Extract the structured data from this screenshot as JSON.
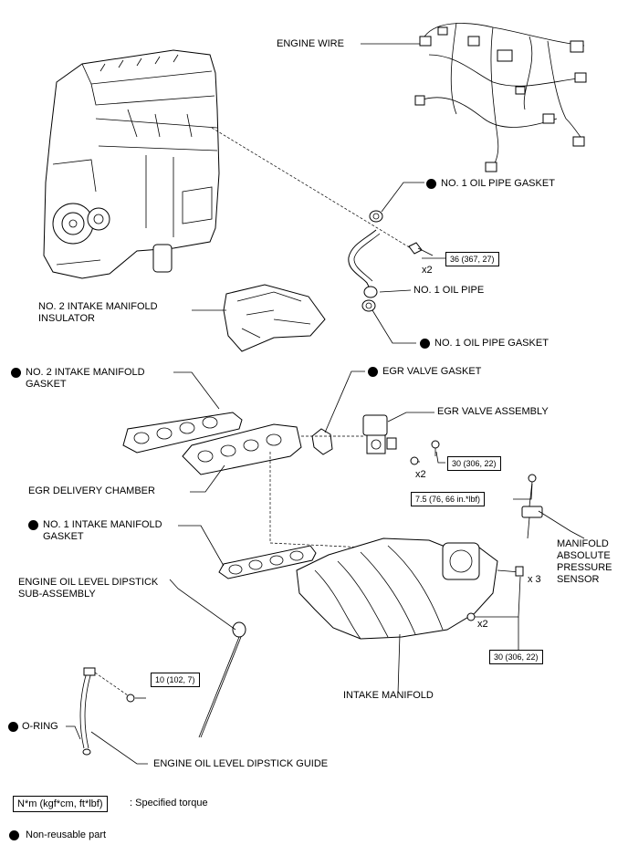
{
  "labels": {
    "engine_wire": "ENGINE WIRE",
    "oil_pipe_gasket_upper": "NO. 1 OIL PIPE GASKET",
    "oil_pipe": "NO. 1 OIL PIPE",
    "oil_pipe_gasket_lower": "NO. 1 OIL PIPE GASKET",
    "intake_insulator": "NO. 2 INTAKE MANIFOLD\nINSULATOR",
    "no2_intake_gasket": "NO. 2 INTAKE MANIFOLD\nGASKET",
    "egr_valve_gasket": "EGR VALVE GASKET",
    "egr_valve_assembly": "EGR VALVE ASSEMBLY",
    "egr_delivery_chamber": "EGR DELIVERY CHAMBER",
    "no1_intake_gasket": "NO. 1 INTAKE MANIFOLD\nGASKET",
    "manifold_pressure_sensor": "MANIFOLD\nABSOLUTE\nPRESSURE\nSENSOR",
    "dipstick": "ENGINE OIL LEVEL DIPSTICK\nSUB-ASSEMBLY",
    "intake_manifold": "INTAKE MANIFOLD",
    "o_ring": "O-RING",
    "dipstick_guide": "ENGINE OIL LEVEL DIPSTICK GUIDE"
  },
  "torques": {
    "oil_pipe_bolt": "36 (367, 27)",
    "egr_bolt": "30 (306, 22)",
    "sensor_bolt": "7.5 (76, 66 in.*lbf)",
    "manifold_bolt": "30 (306, 22)",
    "guide_bolt": "10 (102, 7)"
  },
  "quantities": {
    "oil_pipe_bolt": "x2",
    "egr_bolt": "x2",
    "manifold_bolt": "x 3",
    "manifold_nut": "x2"
  },
  "legend": {
    "torque_unit_box": "N*m (kgf*cm, ft*lbf)",
    "torque_text": ": Specified torque",
    "non_reusable_text": "Non-reusable part"
  }
}
